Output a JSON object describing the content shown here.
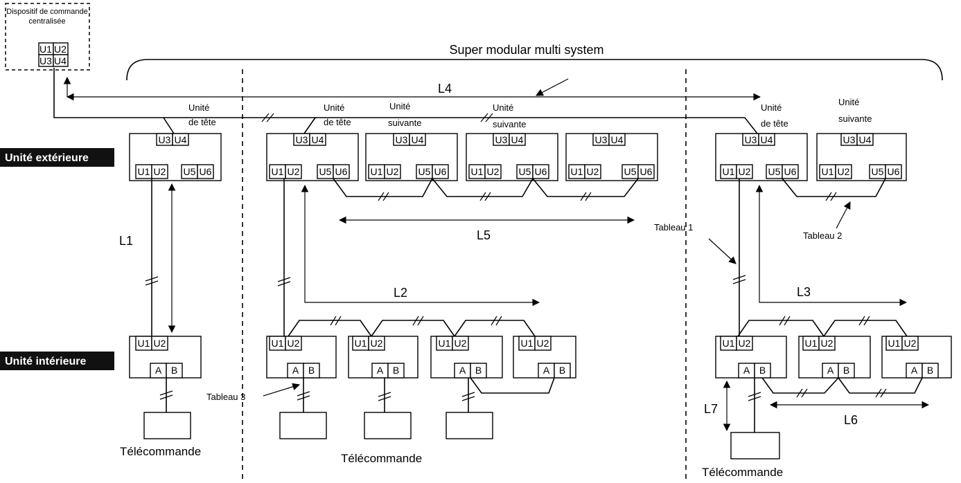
{
  "central": {
    "title_line1": "Dispositif de commande",
    "title_line2": "centralisée",
    "terminals": [
      "U1",
      "U2",
      "U3",
      "U4"
    ]
  },
  "system_label": "Super modular multi system",
  "row_labels": {
    "outdoor": "Unité extérieure",
    "indoor": "Unité intérieure"
  },
  "unit_labels": {
    "head": [
      "Unité",
      "de tête"
    ],
    "follow": [
      "Unité",
      "suivante"
    ]
  },
  "terminals": {
    "u3": "U3",
    "u4": "U4",
    "u1": "U1",
    "u2": "U2",
    "u5": "U5",
    "u6": "U6",
    "a": "A",
    "b": "B"
  },
  "lines": {
    "l1": "L1",
    "l2": "L2",
    "l3": "L3",
    "l4": "L4",
    "l5": "L5",
    "l6": "L6",
    "l7": "L7"
  },
  "tables": {
    "t1": "Tableau 1",
    "t2": "Tableau 2",
    "t3": "Tableau 3"
  },
  "remote_label": "Télécommande"
}
